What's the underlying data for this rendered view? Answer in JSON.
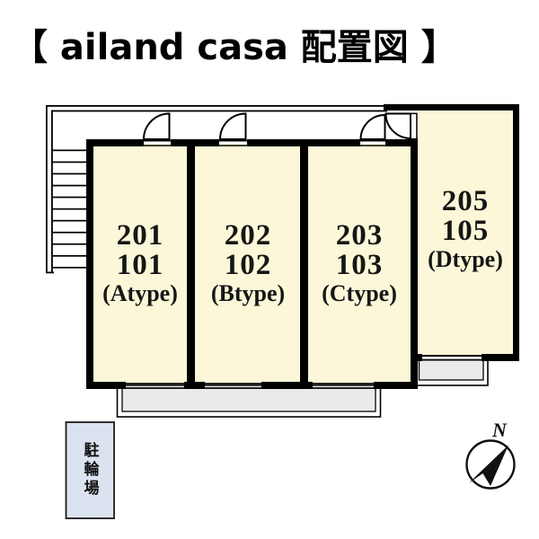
{
  "title": "【 ailand casa 配置図 】",
  "units": [
    {
      "room_upper": "201",
      "room_lower": "101",
      "type_label": "(Atype)"
    },
    {
      "room_upper": "202",
      "room_lower": "102",
      "type_label": "(Btype)"
    },
    {
      "room_upper": "203",
      "room_lower": "103",
      "type_label": "(Ctype)"
    },
    {
      "room_upper": "205",
      "room_lower": "105",
      "type_label": "(Dtype)"
    }
  ],
  "labels": {
    "bicycle_parking": "駐輪場",
    "compass_north": "N"
  },
  "colors": {
    "room_fill": "#FBF7D8",
    "balcony_fill": "#EAEAEA",
    "bicycle_parking_fill": "#DCE3F0",
    "wall": "#000000",
    "background": "#FFFFFF"
  }
}
